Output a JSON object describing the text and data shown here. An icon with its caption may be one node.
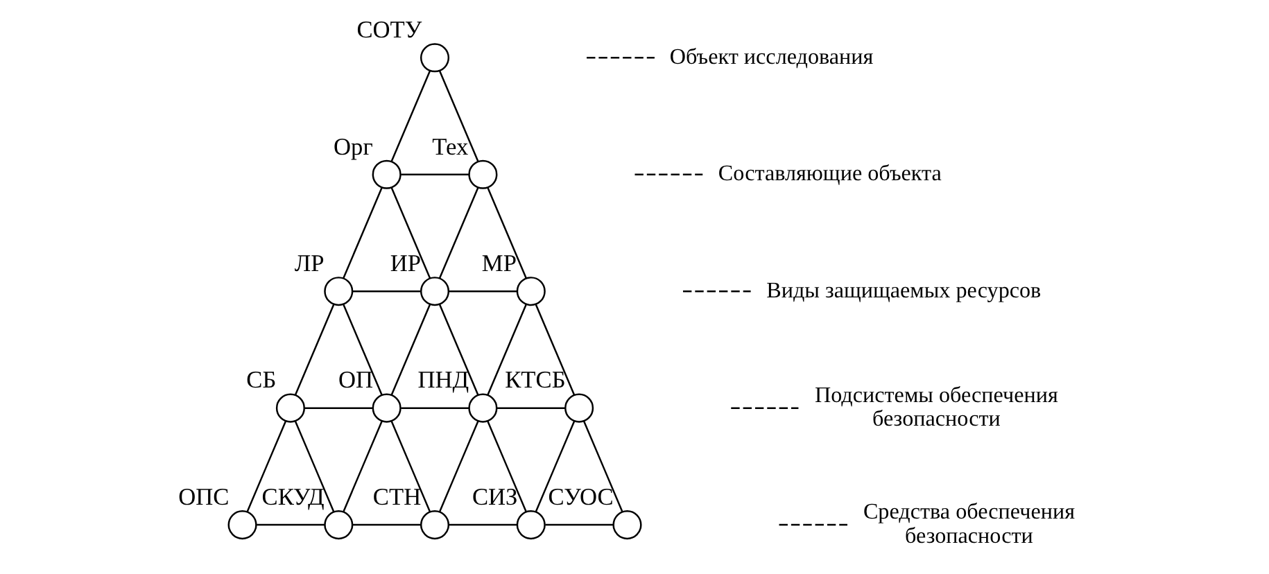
{
  "diagram": {
    "nodes": [
      {
        "text": [],
        "shape": "circle",
        "beside": [
          "СОТУ"
        ]
      },
      {
        "text": [],
        "shape": "circle",
        "beside": [
          "Орг"
        ]
      },
      {
        "text": [],
        "shape": "circle",
        "beside": [
          "Тех"
        ]
      },
      {
        "text": [],
        "shape": "circle",
        "beside": [
          "ЛР"
        ]
      },
      {
        "text": [],
        "shape": "circle",
        "beside": [
          "ИР"
        ]
      },
      {
        "text": [],
        "shape": "circle",
        "beside": [
          "МР"
        ]
      },
      {
        "text": [],
        "shape": "circle",
        "beside": [
          "СБ"
        ]
      },
      {
        "text": [],
        "shape": "circle",
        "beside": [
          "ОП"
        ]
      },
      {
        "text": [],
        "shape": "circle",
        "beside": [
          "ПНД"
        ]
      },
      {
        "text": [],
        "shape": "circle",
        "beside": [
          "КТСБ"
        ]
      },
      {
        "text": [],
        "shape": "circle",
        "beside": [
          "ОПС"
        ]
      },
      {
        "text": [],
        "shape": "circle",
        "beside": [
          "СКУД"
        ]
      },
      {
        "text": [],
        "shape": "circle",
        "beside": [
          "СТН"
        ]
      },
      {
        "text": [],
        "shape": "circle",
        "beside": [
          "СИЗ"
        ]
      },
      {
        "text": [],
        "shape": "circle",
        "beside": [
          "СУОС"
        ]
      },
      {
        "text": [
          "Объект исследования"
        ]
      },
      {
        "text": [
          "Составляющие объекта"
        ]
      },
      {
        "text": [
          "Виды защищаемых ресурсов"
        ]
      },
      {
        "text": [
          "Подсистемы обеспечения безопасности"
        ]
      },
      {
        "text": [
          "Средства обеспечения безопасности"
        ]
      }
    ],
    "edges": [
      {
        "from": 0,
        "to": 1,
        "arrow": "none"
      },
      {
        "from": 0,
        "to": 2,
        "arrow": "none"
      },
      {
        "from": 1,
        "to": 2,
        "arrow": "none"
      },
      {
        "from": 1,
        "to": 3,
        "arrow": "none"
      },
      {
        "from": 1,
        "to": 4,
        "arrow": "none"
      },
      {
        "from": 2,
        "to": 4,
        "arrow": "none"
      },
      {
        "from": 2,
        "to": 5,
        "arrow": "none"
      },
      {
        "from": 3,
        "to": 4,
        "arrow": "none"
      },
      {
        "from": 3,
        "to": 6,
        "arrow": "none"
      },
      {
        "from": 3,
        "to": 7,
        "arrow": "none"
      },
      {
        "from": 4,
        "to": 5,
        "arrow": "none"
      },
      {
        "from": 4,
        "to": 7,
        "arrow": "none"
      },
      {
        "from": 4,
        "to": 8,
        "arrow": "none"
      },
      {
        "from": 5,
        "to": 8,
        "arrow": "none"
      },
      {
        "from": 5,
        "to": 9,
        "arrow": "none"
      },
      {
        "from": 6,
        "to": 7,
        "arrow": "none"
      },
      {
        "from": 6,
        "to": 10,
        "arrow": "none"
      },
      {
        "from": 6,
        "to": 11,
        "arrow": "none"
      },
      {
        "from": 7,
        "to": 8,
        "arrow": "none"
      },
      {
        "from": 7,
        "to": 11,
        "arrow": "none"
      },
      {
        "from": 7,
        "to": 12,
        "arrow": "none"
      },
      {
        "from": 8,
        "to": 9,
        "arrow": "none"
      },
      {
        "from": 8,
        "to": 12,
        "arrow": "none"
      },
      {
        "from": 8,
        "to": 13,
        "arrow": "none"
      },
      {
        "from": 9,
        "to": 13,
        "arrow": "none"
      },
      {
        "from": 9,
        "to": 14,
        "arrow": "none"
      },
      {
        "from": 10,
        "to": 11,
        "arrow": "none"
      },
      {
        "from": 11,
        "to": 12,
        "arrow": "none"
      },
      {
        "from": 12,
        "to": 13,
        "arrow": "none"
      },
      {
        "from": 13,
        "to": 14,
        "arrow": "none"
      },
      {
        "from": null,
        "to": 15,
        "arrow": "none",
        "style": "dashed"
      },
      {
        "from": null,
        "to": 16,
        "arrow": "none",
        "style": "dashed"
      },
      {
        "from": null,
        "to": 17,
        "arrow": "none",
        "style": "dashed"
      },
      {
        "from": null,
        "to": 18,
        "arrow": "none",
        "style": "dashed"
      },
      {
        "from": null,
        "to": 19,
        "arrow": "none",
        "style": "dashed"
      }
    ]
  }
}
